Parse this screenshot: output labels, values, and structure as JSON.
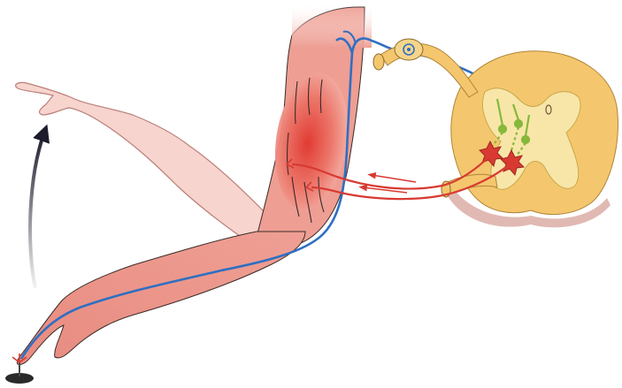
{
  "diagram": {
    "kind": "withdrawal reflex illustration",
    "parts": [
      "raised-arm-outline",
      "flexed-arm",
      "biceps-muscle",
      "motion-arrow",
      "pin-stimulus",
      "sensory-neuron-path",
      "dorsal-root-ganglion",
      "spinal-cord-cross-section",
      "interneurons",
      "motor-neurons",
      "motor-nerve-fibers",
      "signal-direction-arrows"
    ]
  },
  "colors": {
    "skin_light": "#f4c6c0",
    "skin": "#ee9e93",
    "skin_dark": "#e27f74",
    "muscle": "#e65a4c",
    "muscle_core": "#e0423a",
    "sensory": "#2f6fc2",
    "motor": "#d83a32",
    "interneuron": "#86b83b",
    "grey_matter": "#f8e6a8",
    "white_matter": "#f4c76e",
    "outline": "#3a2c28",
    "arrow": "#1c1c2c"
  }
}
